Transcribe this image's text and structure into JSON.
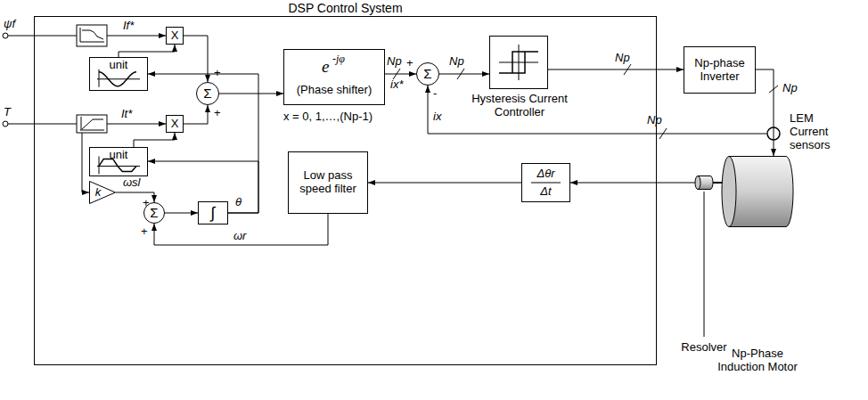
{
  "diagram": {
    "nodes": [
      {
        "text": [
          "DSP Control System"
        ]
      },
      {
        "text": [
          "X"
        ],
        "in": 0
      },
      {
        "text": [
          "unit"
        ],
        "in": 0
      },
      {
        "text": [
          "Σ"
        ],
        "in": 0
      },
      {
        "text": [
          "e",
          "-jφ",
          "(Phase shifter)"
        ],
        "in": 0
      },
      {
        "text": [
          "X"
        ],
        "in": 0
      },
      {
        "text": [
          "unit"
        ],
        "in": 0
      },
      {
        "text": [
          "Σ"
        ],
        "in": 0
      },
      {
        "text": [
          "Hysteresis Current Controller"
        ],
        "in": 0
      },
      {
        "text": [
          "k"
        ],
        "in": 0
      },
      {
        "text": [
          "Σ"
        ],
        "in": 0
      },
      {
        "text": [
          "∫"
        ],
        "in": 0
      },
      {
        "text": [
          "Low pass speed filter"
        ],
        "in": 0
      },
      {
        "text": [
          "Δθr",
          "Δt"
        ],
        "in": 0
      },
      {
        "text": [
          "Np-phase Inverter"
        ]
      },
      {
        "text": [
          "LEM Current sensors"
        ]
      },
      {
        "text": [
          "Np-Phase Induction Motor"
        ]
      },
      {
        "text": [
          "Resolver"
        ]
      }
    ],
    "edges": [
      {
        "from": 2,
        "to": 1,
        "arrow": "to"
      },
      {
        "from": 6,
        "to": 5,
        "arrow": "to"
      },
      {
        "from": 1,
        "to": 3,
        "arrow": "to"
      },
      {
        "from": 5,
        "to": 3,
        "arrow": "to"
      },
      {
        "from": 3,
        "to": 4,
        "arrow": "to"
      },
      {
        "from": 4,
        "to": 7,
        "arrow": "to"
      },
      {
        "from": 7,
        "to": 8,
        "arrow": "to"
      },
      {
        "from": 8,
        "to": 14,
        "arrow": "to"
      },
      {
        "from": 14,
        "to": 16,
        "arrow": "to"
      },
      {
        "from": 15,
        "to": 7,
        "arrow": "to"
      },
      {
        "from": 9,
        "to": 10,
        "arrow": "to"
      },
      {
        "from": 10,
        "to": 11,
        "arrow": "to"
      },
      {
        "from": 11,
        "to": 2,
        "arrow": "to"
      },
      {
        "from": 11,
        "to": 6,
        "arrow": "to"
      },
      {
        "from": 17,
        "to": 13,
        "arrow": "to"
      },
      {
        "from": 13,
        "to": 12,
        "arrow": "to"
      },
      {
        "from": 12,
        "to": 10,
        "arrow": "to"
      }
    ],
    "labels": [
      "ψf",
      "If*",
      "T",
      "It*",
      "+",
      "+",
      "Np",
      "ix*",
      "+",
      "Np",
      "-",
      "ix",
      "Np",
      "Np",
      "Np",
      "x = 0, 1,…,(Np-1)",
      "ωsl",
      "+",
      "+",
      "ωr",
      "θ"
    ]
  }
}
